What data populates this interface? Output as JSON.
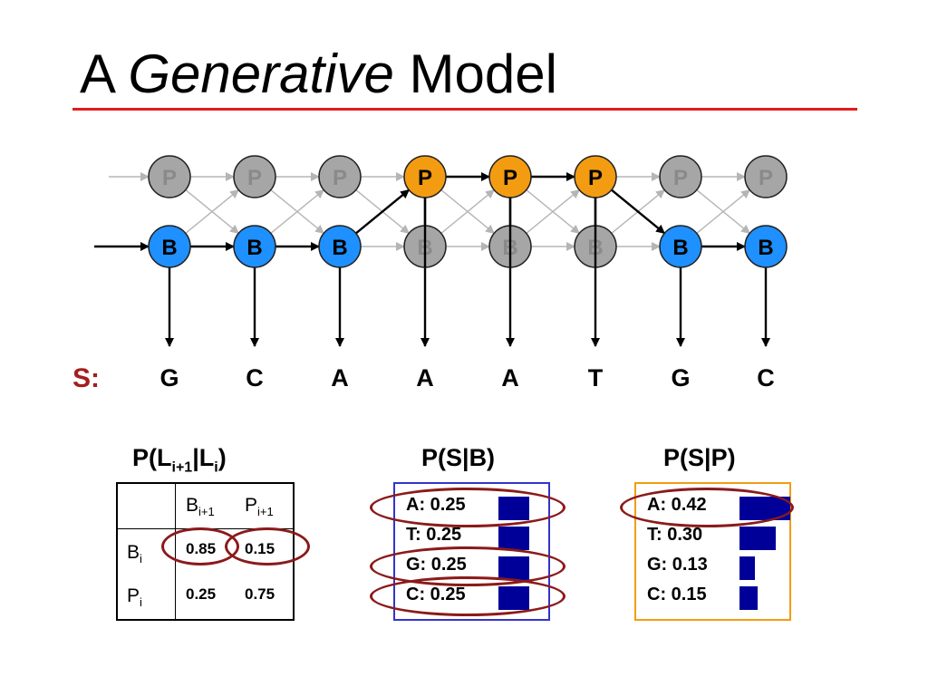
{
  "title": {
    "prefix": "A ",
    "emphasis": "Generative",
    "suffix": " Model"
  },
  "colors": {
    "title_rule": "#e31b1b",
    "orange_state": "#f39c12",
    "blue_state": "#1e90ff",
    "inactive_state": "#a6a6a6",
    "s_label": "#a31d1d",
    "circle_highlight": "#8b1a1a",
    "bar": "#000099"
  },
  "hmm": {
    "top_state_label": "P",
    "bottom_state_label": "B",
    "path": [
      "B",
      "B",
      "B",
      "P",
      "P",
      "P",
      "B",
      "B"
    ]
  },
  "sequence": {
    "label": "S:",
    "letters": [
      "G",
      "C",
      "A",
      "A",
      "A",
      "T",
      "G",
      "C"
    ]
  },
  "transition": {
    "title": {
      "main": "P(L",
      "sub1": "i+1",
      "mid": "|L",
      "sub2": "i",
      "end": ")"
    },
    "col_headers": [
      {
        "base": "B",
        "sub": "i+1"
      },
      {
        "base": "P",
        "sub": "i+1"
      }
    ],
    "row_headers": [
      {
        "base": "B",
        "sub": "i"
      },
      {
        "base": "P",
        "sub": "i"
      }
    ],
    "values": [
      [
        "0.85",
        "0.15"
      ],
      [
        "0.25",
        "0.75"
      ]
    ]
  },
  "emission_b": {
    "title": "P(S|B)",
    "rows": [
      {
        "label": "A: 0.25",
        "value": 0.25
      },
      {
        "label": "T: 0.25",
        "value": 0.25
      },
      {
        "label": "G: 0.25",
        "value": 0.25
      },
      {
        "label": "C: 0.25",
        "value": 0.25
      }
    ]
  },
  "emission_p": {
    "title": "P(S|P)",
    "rows": [
      {
        "label": "A: 0.42",
        "value": 0.42
      },
      {
        "label": "T: 0.30",
        "value": 0.3
      },
      {
        "label": "G: 0.13",
        "value": 0.13
      },
      {
        "label": "C: 0.15",
        "value": 0.15
      }
    ]
  }
}
